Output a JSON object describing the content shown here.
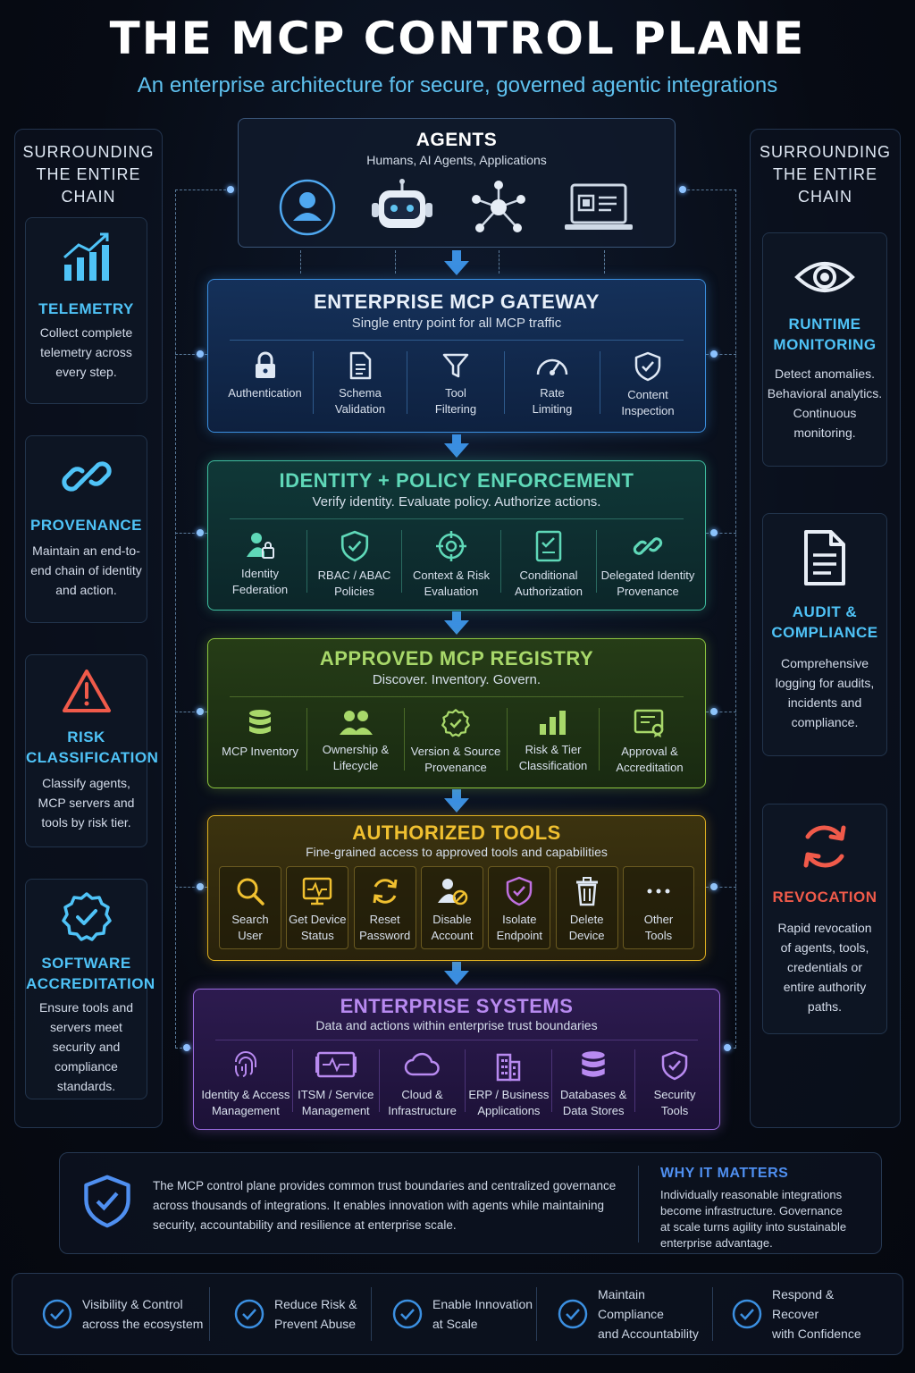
{
  "title": "THE MCP CONTROL PLANE",
  "subtitle": "An enterprise architecture for secure, governed agentic integrations",
  "left_column": {
    "heading_line1": "SURROUNDING",
    "heading_line2": "THE ENTIRE CHAIN",
    "cards": [
      {
        "title": "TELEMETRY",
        "desc": [
          "Collect complete",
          "telemetry across",
          "every step."
        ],
        "icon": "bar-chart-up-icon",
        "color": "#4fc3f7"
      },
      {
        "title": "PROVENANCE",
        "desc": [
          "Maintain an end-to-",
          "end chain of identity",
          "and action."
        ],
        "icon": "chain-link-icon",
        "color": "#4fc3f7"
      },
      {
        "title": [
          "RISK",
          "CLASSIFICATION"
        ],
        "desc": [
          "Classify agents,",
          "MCP servers and",
          "tools by risk tier."
        ],
        "icon": "warning-triangle-icon",
        "color": "#4fc3f7"
      },
      {
        "title": [
          "SOFTWARE",
          "ACCREDITATION"
        ],
        "desc": [
          "Ensure tools and",
          "servers meet",
          "security and",
          "compliance",
          "standards."
        ],
        "icon": "badge-check-icon",
        "color": "#4fc3f7"
      }
    ]
  },
  "right_column": {
    "heading_line1": "SURROUNDING",
    "heading_line2": "THE ENTIRE CHAIN",
    "cards": [
      {
        "title": [
          "RUNTIME",
          "MONITORING"
        ],
        "desc": [
          "Detect anomalies.",
          "Behavioral analytics.",
          "Continuous",
          "monitoring."
        ],
        "icon": "eye-icon"
      },
      {
        "title": [
          "AUDIT &",
          "COMPLIANCE"
        ],
        "desc": [
          "Comprehensive",
          "logging for audits,",
          "incidents and",
          "compliance."
        ],
        "icon": "document-icon"
      },
      {
        "title": [
          "REVOCATION"
        ],
        "desc": [
          "Rapid revocation",
          "of agents, tools,",
          "credentials or",
          "entire authority",
          "paths."
        ],
        "icon": "refresh-icon"
      }
    ]
  },
  "agents": {
    "title": "AGENTS",
    "subtitle": "Humans, AI Agents, Applications",
    "icons": [
      "user-icon",
      "robot-icon",
      "network-icon",
      "laptop-icon"
    ]
  },
  "gateway": {
    "title": "ENTERPRISE MCP GATEWAY",
    "subtitle": "Single entry point for all MCP traffic",
    "items": [
      {
        "label": [
          "Authentication"
        ],
        "icon": "lock-icon"
      },
      {
        "label": [
          "Schema",
          "Validation"
        ],
        "icon": "file-icon"
      },
      {
        "label": [
          "Tool",
          "Filtering"
        ],
        "icon": "filter-icon"
      },
      {
        "label": [
          "Rate",
          "Limiting"
        ],
        "icon": "gauge-icon"
      },
      {
        "label": [
          "Content",
          "Inspection"
        ],
        "icon": "shield-check-icon"
      }
    ]
  },
  "identity": {
    "title": "IDENTITY + POLICY ENFORCEMENT",
    "subtitle": "Verify identity. Evaluate policy. Authorize actions.",
    "items": [
      {
        "label": [
          "Identity",
          "Federation"
        ],
        "icon": "user-lock-icon"
      },
      {
        "label": [
          "RBAC / ABAC",
          "Policies"
        ],
        "icon": "shield-check-icon"
      },
      {
        "label": [
          "Context & Risk",
          "Evaluation"
        ],
        "icon": "crosshair-icon"
      },
      {
        "label": [
          "Conditional",
          "Authorization"
        ],
        "icon": "checklist-icon"
      },
      {
        "label": [
          "Delegated Identity",
          "Provenance"
        ],
        "icon": "link-icon"
      }
    ]
  },
  "registry": {
    "title": "APPROVED MCP REGISTRY",
    "subtitle": "Discover. Inventory. Govern.",
    "items": [
      {
        "label": [
          "MCP Inventory"
        ],
        "icon": "database-icon"
      },
      {
        "label": [
          "Ownership &",
          "Lifecycle"
        ],
        "icon": "users-icon"
      },
      {
        "label": [
          "Version & Source",
          "Provenance"
        ],
        "icon": "badge-check-icon"
      },
      {
        "label": [
          "Risk & Tier",
          "Classification"
        ],
        "icon": "bar-chart-icon"
      },
      {
        "label": [
          "Approval &",
          "Accreditation"
        ],
        "icon": "certificate-icon"
      }
    ]
  },
  "tools": {
    "title": "AUTHORIZED TOOLS",
    "subtitle": "Fine-grained access to approved tools and capabilities",
    "items": [
      {
        "label": [
          "Search",
          "User"
        ],
        "icon": "search-icon"
      },
      {
        "label": [
          "Get Device",
          "Status"
        ],
        "icon": "monitor-pulse-icon"
      },
      {
        "label": [
          "Reset",
          "Password"
        ],
        "icon": "reset-icon"
      },
      {
        "label": [
          "Disable",
          "Account"
        ],
        "icon": "user-block-icon"
      },
      {
        "label": [
          "Isolate",
          "Endpoint"
        ],
        "icon": "shield-check-icon"
      },
      {
        "label": [
          "Delete",
          "Device"
        ],
        "icon": "trash-icon"
      },
      {
        "label": [
          "Other",
          "Tools"
        ],
        "icon": "ellipsis-icon"
      }
    ]
  },
  "systems": {
    "title": "ENTERPRISE SYSTEMS",
    "subtitle": "Data and actions within enterprise trust boundaries",
    "items": [
      {
        "label": [
          "Identity & Access",
          "Management"
        ],
        "icon": "fingerprint-icon"
      },
      {
        "label": [
          "ITSM / Service",
          "Management"
        ],
        "icon": "server-icon"
      },
      {
        "label": [
          "Cloud &",
          "Infrastructure"
        ],
        "icon": "cloud-icon"
      },
      {
        "label": [
          "ERP / Business",
          "Applications"
        ],
        "icon": "building-icon"
      },
      {
        "label": [
          "Databases &",
          "Data Stores"
        ],
        "icon": "database-icon"
      },
      {
        "label": [
          "Security",
          "Tools"
        ],
        "icon": "shield-check-icon"
      }
    ]
  },
  "summary": {
    "text": [
      "The MCP control plane provides common trust boundaries and centralized governance",
      "across thousands of integrations. It enables innovation with agents while maintaining",
      "security, accountability and resilience at enterprise scale."
    ],
    "why_title": "WHY IT MATTERS",
    "why_text": [
      "Individually reasonable integrations",
      "become infrastructure. Governance",
      "at scale turns agility into sustainable",
      "enterprise advantage."
    ]
  },
  "benefits": [
    [
      "Visibility & Control",
      "across the ecosystem"
    ],
    [
      "Reduce Risk &",
      "Prevent Abuse"
    ],
    [
      "Enable Innovation",
      "at Scale"
    ],
    [
      "Maintain Compliance",
      "and Accountability"
    ],
    [
      "Respond & Recover",
      "with Confidence"
    ]
  ],
  "colors": {
    "gateway": "#3b8fe0",
    "identity": "#3fbfa0",
    "registry": "#8dc63f",
    "tools": "#e0b020",
    "systems": "#9b6ae0",
    "revocation": "#f05a4a",
    "accent": "#4fc3f7"
  }
}
